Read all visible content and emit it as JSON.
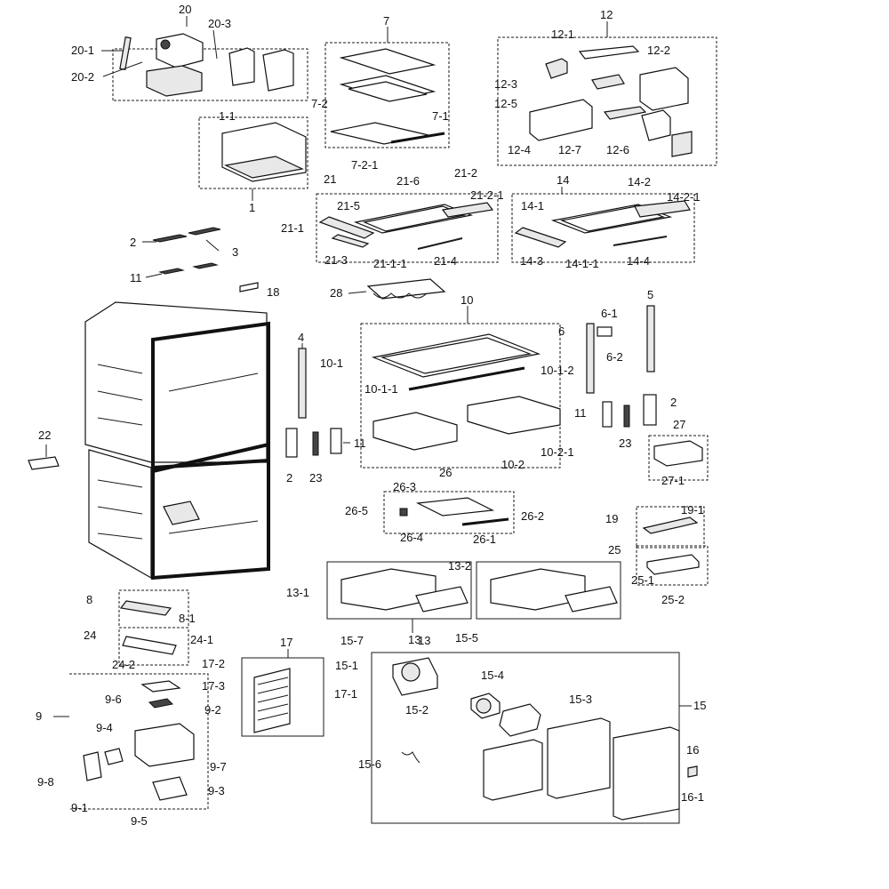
{
  "callouts": {
    "c20": "20",
    "c20_1": "20-1",
    "c20_2": "20-2",
    "c20_3": "20-3",
    "c7": "7",
    "c7_1": "7-1",
    "c7_2": "7-2",
    "c7_2_1": "7-2-1",
    "c12": "12",
    "c12_1": "12-1",
    "c12_2": "12-2",
    "c12_3": "12-3",
    "c12_4": "12-4",
    "c12_5": "12-5",
    "c12_6": "12-6",
    "c12_7": "12-7",
    "c1": "1",
    "c1_1": "1-1",
    "c21": "21",
    "c21_1": "21-1",
    "c21_1_1": "21-1-1",
    "c21_2": "21-2",
    "c21_2_1": "21-2-1",
    "c21_3": "21-3",
    "c21_4": "21-4",
    "c21_5": "21-5",
    "c21_6": "21-6",
    "c14": "14",
    "c14_1": "14-1",
    "c14_1_1": "14-1-1",
    "c14_2": "14-2",
    "c14_2_1": "14-2-1",
    "c14_3": "14-3",
    "c14_4": "14-4",
    "c2a": "2",
    "c3": "3",
    "c11a": "11",
    "c18": "18",
    "c28": "28",
    "c10": "10",
    "c10_1": "10-1",
    "c10_1_1": "10-1-1",
    "c10_1_2": "10-1-2",
    "c10_2": "10-2",
    "c10_2_1": "10-2-1",
    "c4": "4",
    "c2b": "2",
    "c23a": "23",
    "c11b": "11",
    "c6": "6",
    "c6_1": "6-1",
    "c6_2": "6-2",
    "c5": "5",
    "c2c": "2",
    "c11c": "11",
    "c23b": "23",
    "c27": "27",
    "c27_1": "27-1",
    "c22": "22",
    "c26": "26",
    "c26_1": "26-1",
    "c26_2": "26-2",
    "c26_3": "26-3",
    "c26_4": "26-4",
    "c26_5": "26-5",
    "c19": "19",
    "c19_1": "19-1",
    "c25": "25",
    "c25_1": "25-1",
    "c25_2": "25-2",
    "c13": "13",
    "c13_1": "13-1",
    "c13_2": "13-2",
    "c8": "8",
    "c8_1": "8-1",
    "c24": "24",
    "c24_1": "24-1",
    "c24_2": "24-2",
    "c17": "17",
    "c17_1": "17-1",
    "c17_2": "17-2",
    "c17_3": "17-3",
    "c9": "9",
    "c9_1": "9-1",
    "c9_2": "9-2",
    "c9_3": "9-3",
    "c9_4": "9-4",
    "c9_5": "9-5",
    "c9_6": "9-6",
    "c9_7": "9-7",
    "c9_8": "9-8",
    "c15": "15",
    "c15_1": "15-1",
    "c15_2": "15-2",
    "c15_3": "15-3",
    "c15_4": "15-4",
    "c15_5": "15-5",
    "c15_6": "15-6",
    "c15_7": "15-7",
    "c16": "16",
    "c16_1": "16-1"
  },
  "colors": {
    "line": "#1a1a1a",
    "paper": "#ffffff",
    "fill_light": "#e8e8e8"
  }
}
